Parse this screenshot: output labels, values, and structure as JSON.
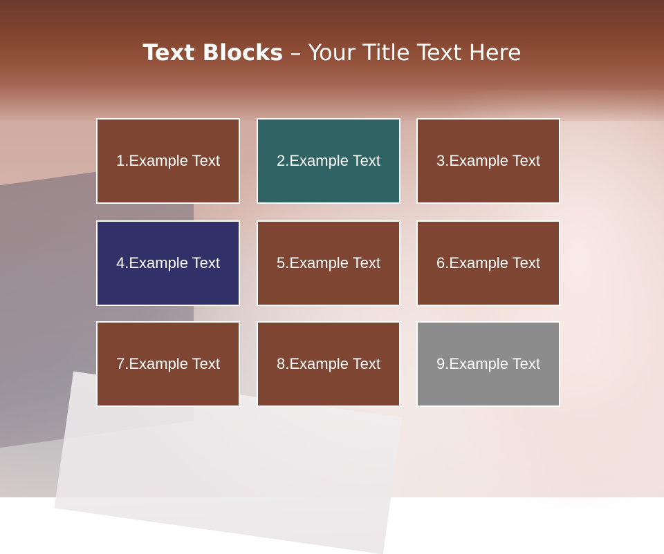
{
  "title": {
    "bold": "Text Blocks",
    "separator": " – ",
    "rest": "Your Title Text Here"
  },
  "colors": {
    "brown": "#7e4533",
    "teal": "#306464",
    "navy": "#323068",
    "gray": "#8c8c8c"
  },
  "blocks": [
    {
      "label": "1.Example Text",
      "color": "#7e4533"
    },
    {
      "label": "2.Example Text",
      "color": "#306464"
    },
    {
      "label": "3.Example Text",
      "color": "#7e4533"
    },
    {
      "label": "4.Example Text",
      "color": "#323068"
    },
    {
      "label": "5.Example Text",
      "color": "#7e4533"
    },
    {
      "label": "6.Example Text",
      "color": "#7e4533"
    },
    {
      "label": "7.Example Text",
      "color": "#7e4533"
    },
    {
      "label": "8.Example Text",
      "color": "#7e4533"
    },
    {
      "label": "9.Example Text",
      "color": "#8c8c8c"
    }
  ]
}
